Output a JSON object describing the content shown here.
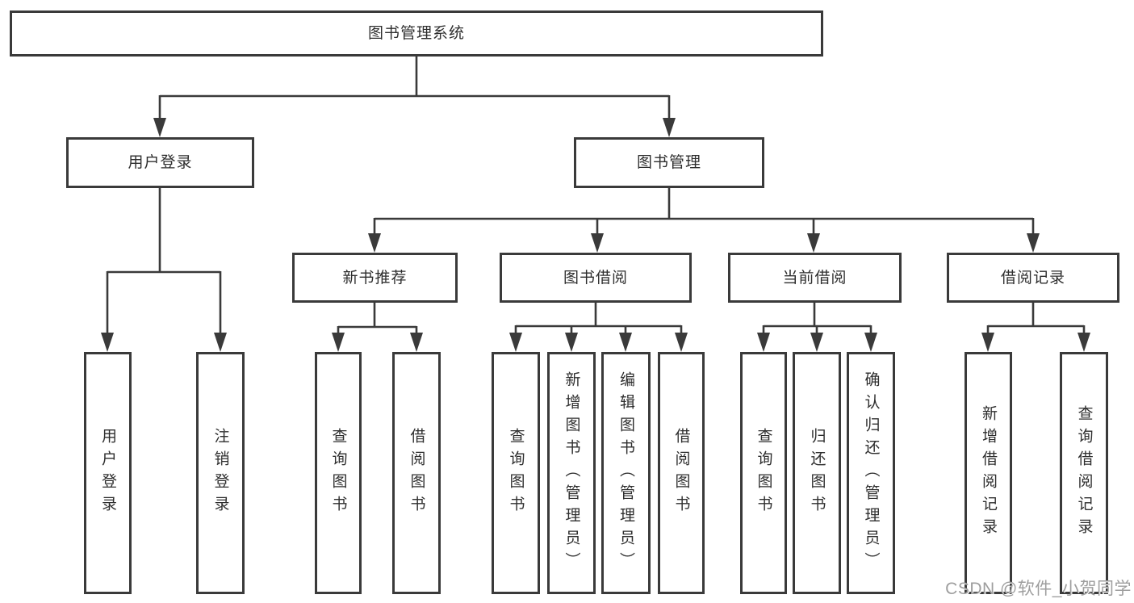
{
  "diagram": {
    "root": {
      "label": "图书管理系统"
    },
    "level2": [
      {
        "id": "user-login",
        "label": "用户登录"
      },
      {
        "id": "book-management",
        "label": "图书管理"
      }
    ],
    "level3": [
      {
        "id": "new-book-recommend",
        "label": "新书推荐"
      },
      {
        "id": "book-borrow",
        "label": "图书借阅"
      },
      {
        "id": "current-borrow",
        "label": "当前借阅"
      },
      {
        "id": "borrow-records",
        "label": "借阅记录"
      }
    ],
    "leaves": {
      "user_login": [
        "用户登录",
        "注销登录"
      ],
      "new_book_recommend": [
        "查询图书",
        "借阅图书"
      ],
      "book_borrow": [
        "查询图书",
        "新增图书（管理员）",
        "编辑图书（管理员）",
        "借阅图书"
      ],
      "current_borrow": [
        "查询图书",
        "归还图书",
        "确认归还（管理员）"
      ],
      "borrow_records": [
        "新增借阅记录",
        "查询借阅记录"
      ]
    }
  },
  "watermark": {
    "text": "CSDN @软件_小贺同学"
  },
  "colors": {
    "line": "#3a3a3a",
    "text": "#2e2e2e",
    "watermark": "#9e9e9e",
    "background": "#ffffff"
  }
}
